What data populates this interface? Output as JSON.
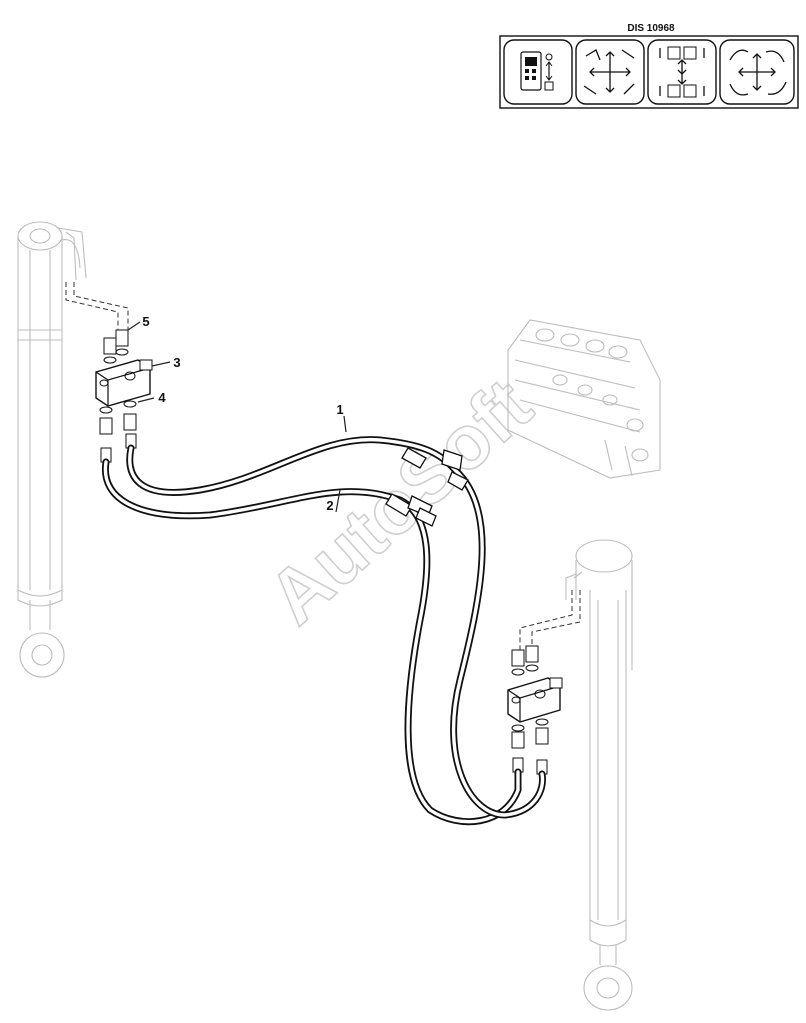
{
  "header": {
    "code": "DIS  10968",
    "icons": [
      "manual-drive-control-icon",
      "cross-steer-icon",
      "mast-tilt-icon",
      "rotation-steer-icon"
    ]
  },
  "callouts": [
    "1",
    "2",
    "3",
    "4",
    "5"
  ],
  "watermark": "AutoSoft",
  "parts": {
    "hoses": [
      "hose-1",
      "hose-2"
    ],
    "valves": [
      "check-valve-left",
      "check-valve-right"
    ],
    "cylinders": [
      "cylinder-left",
      "cylinder-right"
    ],
    "control_valve": "control-valve-block"
  }
}
